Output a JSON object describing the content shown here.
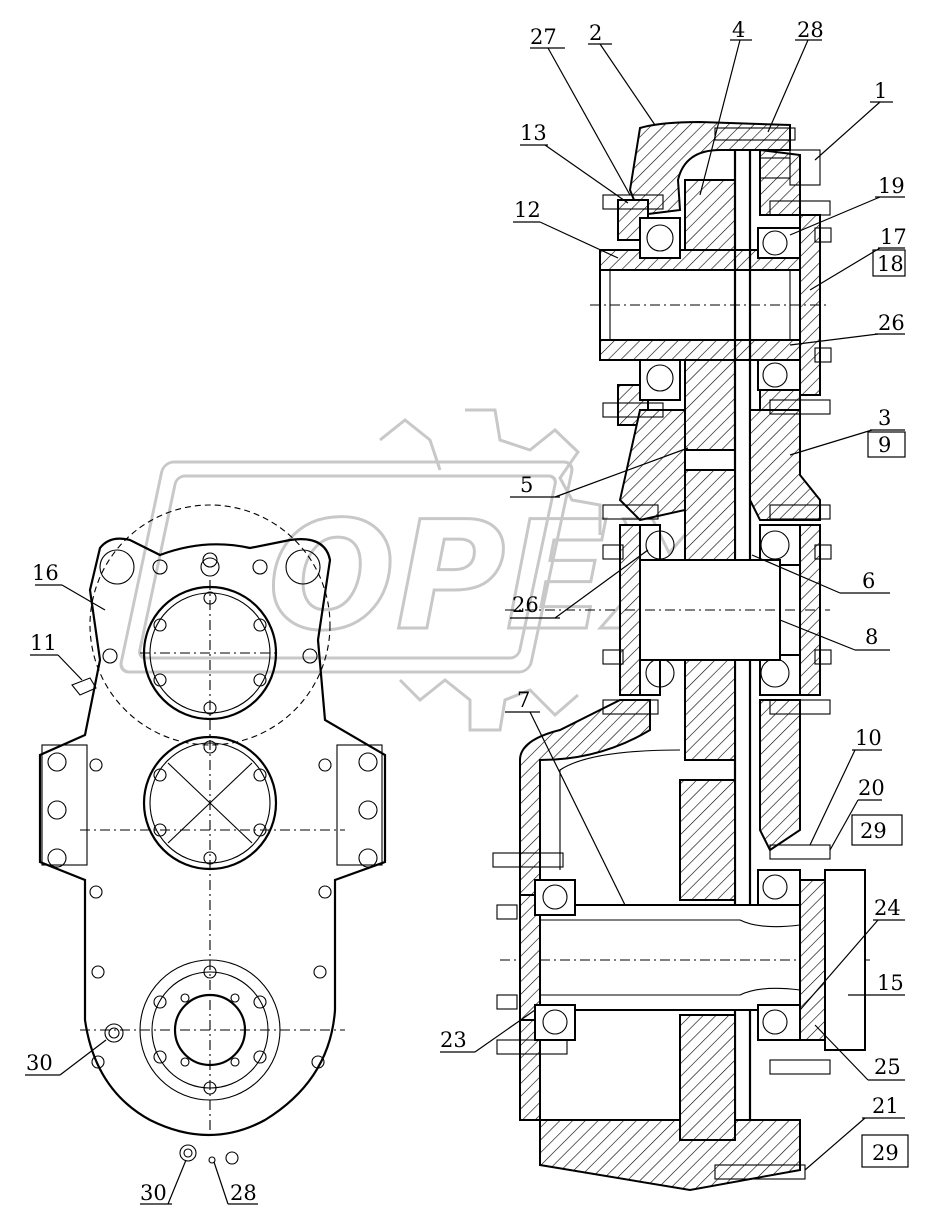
{
  "drawing": {
    "title": "",
    "watermark_text": "OPEX"
  },
  "callouts": [
    {
      "id": "c27",
      "text": "27"
    },
    {
      "id": "c2",
      "text": "2"
    },
    {
      "id": "c4",
      "text": "4"
    },
    {
      "id": "c28a",
      "text": "28"
    },
    {
      "id": "c1",
      "text": "1"
    },
    {
      "id": "c13",
      "text": "13"
    },
    {
      "id": "c12",
      "text": "12"
    },
    {
      "id": "c19",
      "text": "19"
    },
    {
      "id": "c17",
      "text": "17"
    },
    {
      "id": "c18",
      "text": "18"
    },
    {
      "id": "c26a",
      "text": "26"
    },
    {
      "id": "c3",
      "text": "3"
    },
    {
      "id": "c9",
      "text": "9"
    },
    {
      "id": "c5",
      "text": "5"
    },
    {
      "id": "c6",
      "text": "6"
    },
    {
      "id": "c26b",
      "text": "26"
    },
    {
      "id": "c8",
      "text": "8"
    },
    {
      "id": "c16",
      "text": "16"
    },
    {
      "id": "c11",
      "text": "11"
    },
    {
      "id": "c7",
      "text": "7"
    },
    {
      "id": "c10",
      "text": "10"
    },
    {
      "id": "c20",
      "text": "20"
    },
    {
      "id": "c29a",
      "text": "29"
    },
    {
      "id": "c24",
      "text": "24"
    },
    {
      "id": "c15",
      "text": "15"
    },
    {
      "id": "c23",
      "text": "23"
    },
    {
      "id": "c25",
      "text": "25"
    },
    {
      "id": "c30a",
      "text": "30"
    },
    {
      "id": "c21",
      "text": "21"
    },
    {
      "id": "c29b",
      "text": "29"
    },
    {
      "id": "c30b",
      "text": "30"
    },
    {
      "id": "c28b",
      "text": "28"
    }
  ]
}
